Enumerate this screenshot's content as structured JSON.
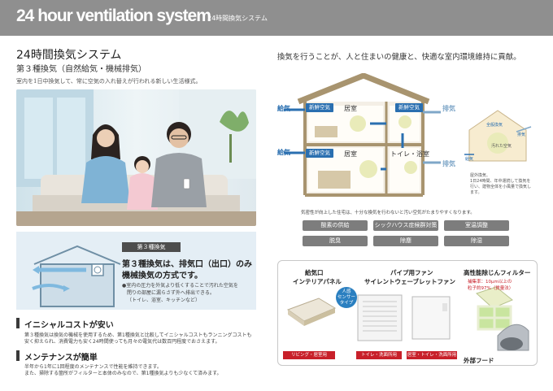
{
  "header": {
    "title": "24 hour ventilation system",
    "subtitle": "24時間換気システム"
  },
  "intro": {
    "title": "24時間換気システム",
    "subtitle": "第３種換気（自然給気・機械排気）",
    "description": "室内を1日中換気して、常に空気の入れ替えが行われる新しい生活様式。"
  },
  "ventilation": {
    "badge": "第３種換気",
    "heading_line1": "第３種換気は、排気口（出口）のみ",
    "heading_line2": "機械換気の方式です。",
    "bullet_line1": "●室内の圧力を外気より低くすることで汚れた空気を",
    "bullet_line2": "閉りの部屋に漏らさず外へ排出できる。",
    "bullet_line3": "（トイレ、浴室、キッチンなど）"
  },
  "sections": [
    {
      "heading": "イニシャルコストが安い",
      "line1": "第３種換気は換気の機械を使用するため、第1種換気と比較してイニシャルコストもランニングコストも",
      "line2": "安く抑えられ、消費電力も安く24時間使っても月々の電気代は数百円程度でおさえます。"
    },
    {
      "heading": "メンテナンスが簡単",
      "line1": "半年から1年に1回程度のメンテナンスで性能を維持できます。",
      "line2": "また、掃除する箇所がフィルターと本体のみなので、第1種換気よりも少なくて済みます。"
    }
  ],
  "right_heading": "換気を行うことが、人と住まいの健康と、快適な室内環境維持に貢献。",
  "diagram": {
    "intake1": "給気",
    "intake2": "給気",
    "exhaust1": "排気",
    "exhaust2": "排気",
    "fresh_air1": "新鮮空気",
    "fresh_air2": "新鮮空気",
    "fresh_air3": "新鮮空気",
    "room_upper": "居室",
    "room_lower": "居室",
    "room_toilet": "トイレ・浴室",
    "mini_fresh": "全般換気",
    "mini_exhaust": "排気",
    "mini_dirty": "汚れた空気",
    "mini_intake": "給気",
    "mini_note1": "屋外換気、",
    "mini_note2": "1日24時間、年中運続して換気を",
    "mini_note3": "行い、建物全体を小風量で換気し",
    "mini_note4": "ます。"
  },
  "note": "気密性が向上した住宅は、十分な換気を行わないと汚い空気がたまりやすくなります。",
  "benefits": [
    "酸素の供給",
    "シックハウス症候群対策",
    "室温調整",
    "脱臭",
    "除塵",
    "除湿"
  ],
  "products": {
    "intake_title1": "給気口",
    "intake_title2": "インテリアパネル",
    "intake_tag": "リビング・居室用",
    "fan_title1": "パイプ用ファン",
    "fan_title2": "サイレントウェーブレットファン",
    "sensor_label1": "人感",
    "sensor_label2": "センサー",
    "sensor_label3": "タイプ",
    "fan_tag1": "トイレ・洗面所用",
    "fan_tag2": "居室・トイレ・洗面所用",
    "filter_title": "高性能除じんフィルター",
    "filter_note1": "捕集率：10μm以上の",
    "filter_note2": "粒子約97%（質量法）",
    "hood_label": "外部フード"
  },
  "colors": {
    "header_bg": "#8f8f8f",
    "accent_blue": "#2a6fb0",
    "accent_red": "#c8202a",
    "pill_gray": "#7d7d7d"
  }
}
